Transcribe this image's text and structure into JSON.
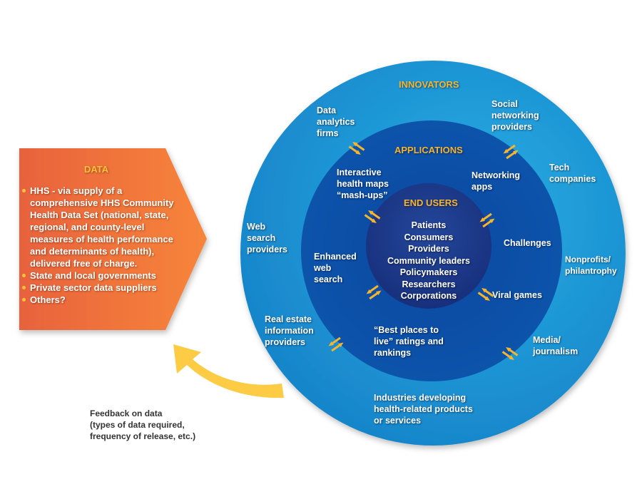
{
  "colors": {
    "outer_ring": "#1a8fd0",
    "outer_ring_light": "#22a3dc",
    "middle_ring": "#0c4fa6",
    "inner_ring": "#1b3a8c",
    "ring_title": "#f7b52b",
    "data_box": "#e8643a",
    "data_box_light": "#f5823a",
    "feedback_arrow": "#fdc83a",
    "connector_arrow": "#f6b52c"
  },
  "data_panel": {
    "title": "DATA",
    "items": [
      "HHS - via supply of a comprehensive HHS Community Health Data Set (national, state, regional, and county-level measures of health performance and determinants of health), delivered free of charge.",
      "State and local governments",
      "Private sector data suppliers",
      "Others?"
    ],
    "first_item_lines": [
      "HHS - via supply of a",
      "comprehensive HHS Community",
      "Health Data Set (national, state,",
      "regional, and county-level",
      "measures of health performance",
      "and determinants of health),",
      "delivered free of charge."
    ]
  },
  "feedback": {
    "lines": [
      "Feedback on data",
      "(types of data required,",
      "frequency of release, etc.)"
    ]
  },
  "rings": {
    "innovators": {
      "title": "INNOVATORS",
      "items": [
        {
          "lines": [
            "Data",
            "analytics",
            "firms"
          ]
        },
        {
          "lines": [
            "Social",
            "networking",
            "providers"
          ]
        },
        {
          "lines": [
            "Tech",
            "companies"
          ]
        },
        {
          "lines": [
            "Web",
            "search",
            "providers"
          ]
        },
        {
          "lines": [
            "Nonprofits/",
            "philantrophy"
          ]
        },
        {
          "lines": [
            "Real estate",
            "information",
            "providers"
          ]
        },
        {
          "lines": [
            "Media/",
            "journalism"
          ]
        },
        {
          "lines": [
            "Industries developing",
            "health-related products",
            "or services"
          ]
        }
      ]
    },
    "applications": {
      "title": "APPLICATIONS",
      "items": [
        {
          "lines": [
            "Interactive",
            "health maps",
            "“mash-ups”"
          ]
        },
        {
          "lines": [
            "Networking",
            "apps"
          ]
        },
        {
          "lines": [
            "Challenges"
          ]
        },
        {
          "lines": [
            "Enhanced",
            "web",
            "search"
          ]
        },
        {
          "lines": [
            "Viral games"
          ]
        },
        {
          "lines": [
            "“Best places to",
            "live” ratings and",
            "rankings"
          ]
        }
      ]
    },
    "end_users": {
      "title": "END USERS",
      "items": [
        "Patients",
        "Consumers",
        "Providers",
        "Community leaders",
        "Policymakers",
        "Researchers",
        "Corporations"
      ]
    }
  },
  "icons": {
    "connector": "double-arrow-icon",
    "feedback": "curved-arrow-icon"
  }
}
